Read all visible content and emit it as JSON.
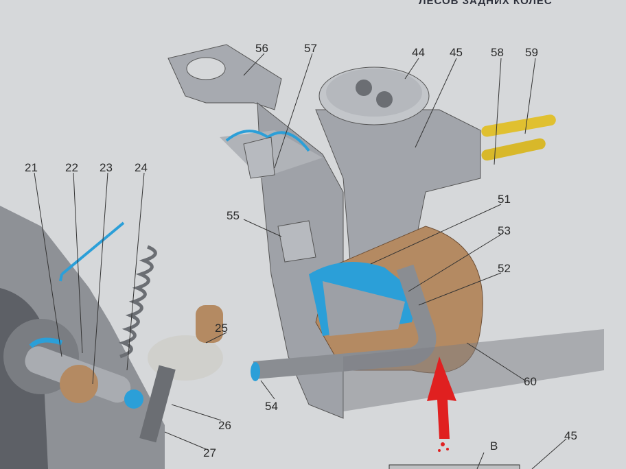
{
  "header": {
    "text": "ЛЕСОВ ЗАДНИХ КОЛЕС"
  },
  "callouts": [
    "56",
    "57",
    "44",
    "45",
    "58",
    "59",
    "21",
    "22",
    "23",
    "24",
    "55",
    "51",
    "53",
    "52",
    "25",
    "60",
    "54",
    "26",
    "27",
    "45"
  ],
  "inset_label": "В",
  "colors": {
    "background": "#d6d8da",
    "metal": "#9a9da3",
    "seal": "#2b9fd8",
    "brass": "#b48a62",
    "tube": "#e0c030",
    "arrow": "#e02020"
  }
}
